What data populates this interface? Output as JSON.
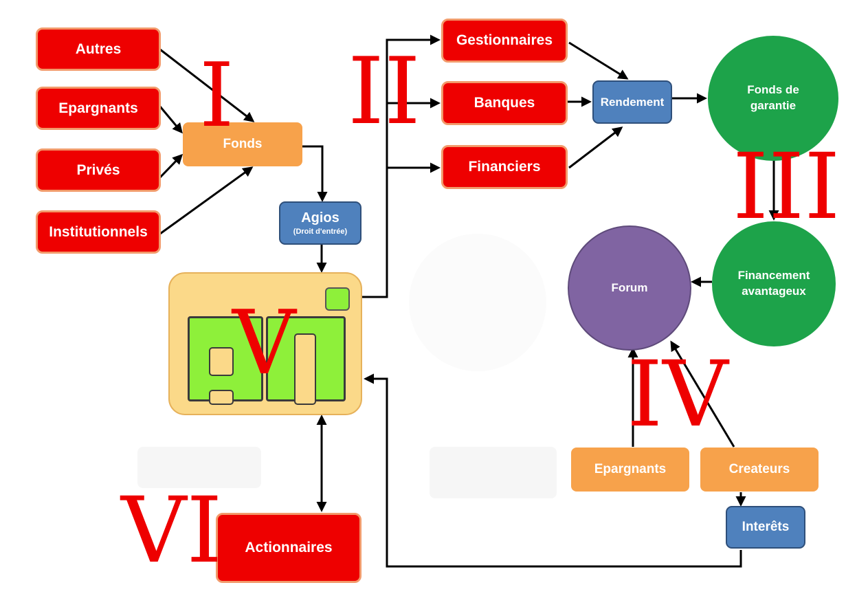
{
  "sources": {
    "autres": "Autres",
    "epargnants": "Epargnants",
    "prives": "Privés",
    "institutionnels": "Institutionnels"
  },
  "fonds": "Fonds",
  "agios": {
    "title": "Agios",
    "subtitle": "(Droit d'entrée)"
  },
  "intermediaries": {
    "gestionnaires": "Gestionnaires",
    "banques": "Banques",
    "financiers": "Financiers"
  },
  "rendement": "Rendement",
  "fonds_garantie": "Fonds de garantie",
  "financement": "Financement avantageux",
  "forum": "Forum",
  "bottom_right": {
    "epargnants": "Epargnants",
    "createurs": "Createurs",
    "interets": "Interêts"
  },
  "actionnaires": "Actionnaires",
  "roman": {
    "i": "I",
    "ii": "II",
    "iii": "III",
    "iv": "IV",
    "v": "V",
    "vi": "VI"
  },
  "colors": {
    "red": "#ee0000",
    "orange": "#f7a24b",
    "blue": "#4f81bd",
    "green": "#1da34a",
    "purple": "#8064a2",
    "logo_bg": "#fbd989",
    "logo_green": "#8ef03a"
  }
}
